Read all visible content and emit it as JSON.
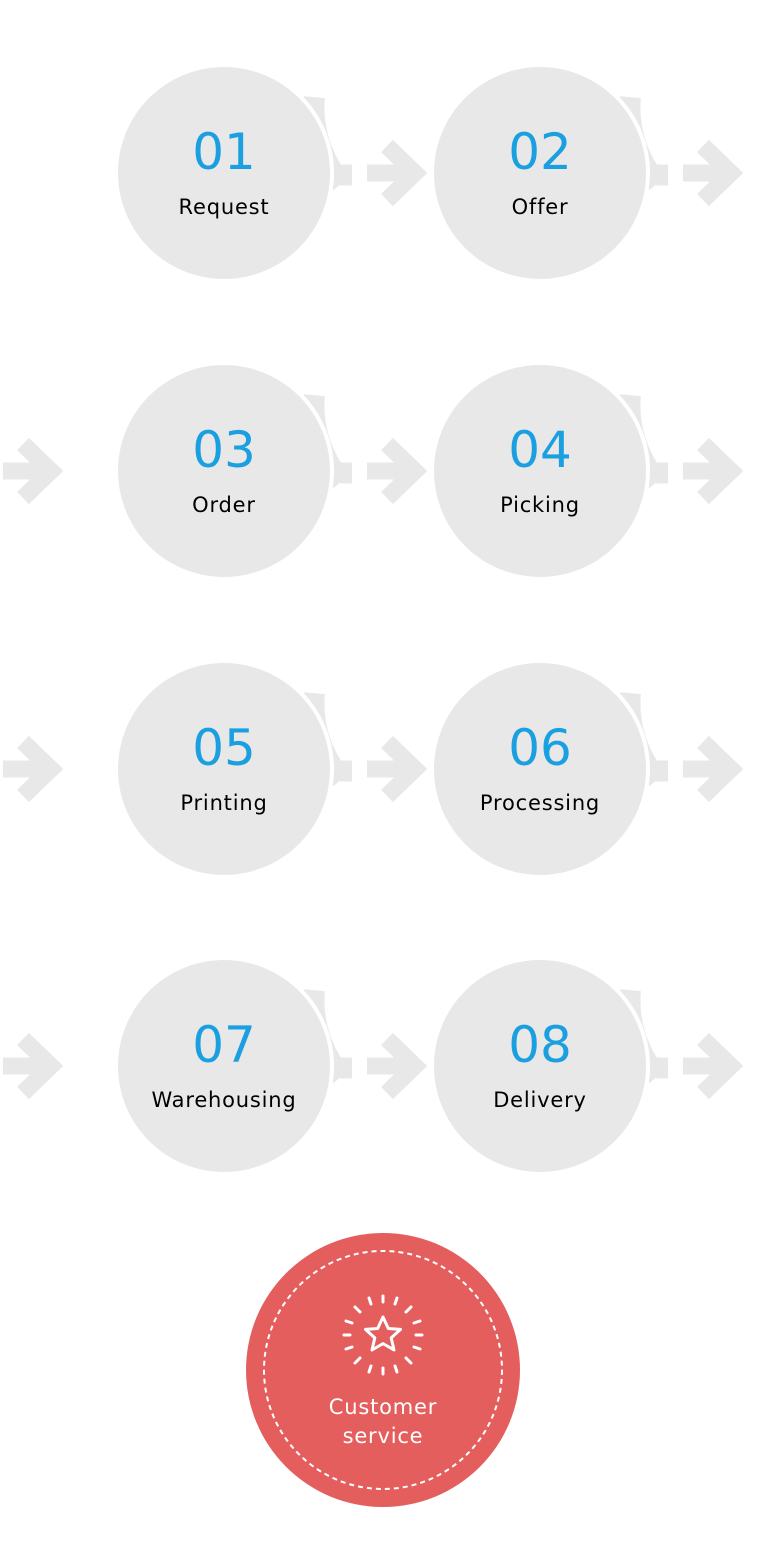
{
  "steps": [
    {
      "number": "01",
      "label": "Request"
    },
    {
      "number": "02",
      "label": "Offer"
    },
    {
      "number": "03",
      "label": "Order"
    },
    {
      "number": "04",
      "label": "Picking"
    },
    {
      "number": "05",
      "label": "Printing"
    },
    {
      "number": "06",
      "label": "Processing"
    },
    {
      "number": "07",
      "label": "Warehousing"
    },
    {
      "number": "08",
      "label": "Delivery"
    }
  ],
  "customer_service": {
    "line1": "Customer",
    "line2": "service",
    "icon": "star-icon"
  },
  "colors": {
    "accent": "#1a9fe0",
    "circle": "#e8e8e8",
    "highlight": "#e45e5e"
  }
}
